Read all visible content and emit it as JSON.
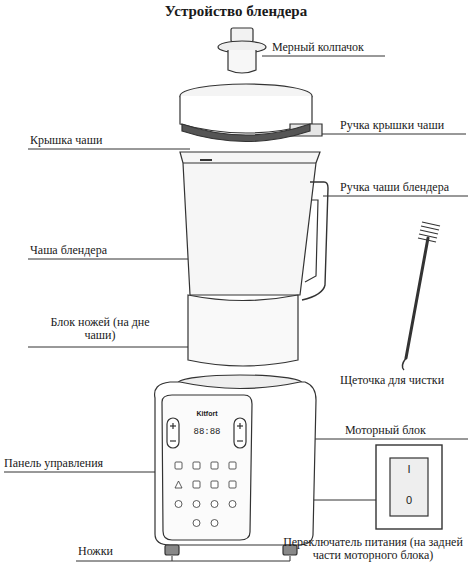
{
  "diagram": {
    "title": "Устройство блендера",
    "labels": [
      "Мерный колпачок",
      "Крышка чаши",
      "Ручка крышки чаши",
      "Ручка чаши блендера",
      "Чаша блендера",
      "Блок ножей (на дне чаши)",
      "Щеточка для чистки",
      "Моторный блок",
      "Панель управления",
      "Kitfort",
      "88:88",
      "I",
      "0",
      "Переключатель питания (на задней части моторного блока)",
      "Ножки"
    ]
  }
}
